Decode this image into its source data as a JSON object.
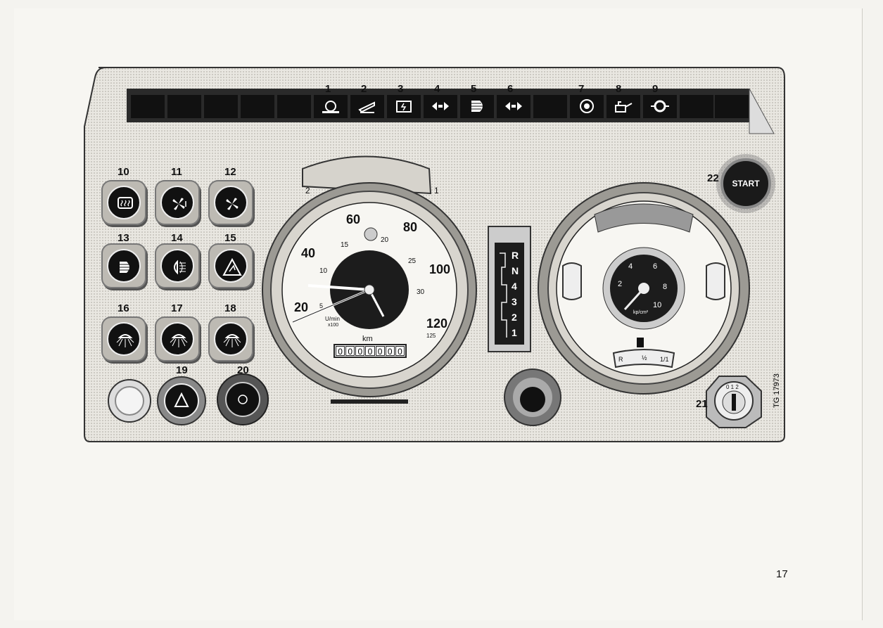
{
  "indicator_numbers": [
    "1",
    "2",
    "3",
    "4",
    "5",
    "6",
    "7",
    "8",
    "9"
  ],
  "switch_numbers": [
    "10",
    "11",
    "12",
    "13",
    "14",
    "15",
    "16",
    "17",
    "18",
    "19",
    "20"
  ],
  "key_number": "21",
  "start_number": "22",
  "start_label": "START",
  "speedometer": {
    "ticks": [
      "20",
      "40",
      "60",
      "80",
      "100",
      "120"
    ],
    "inner_ticks": [
      "5",
      "10",
      "15",
      "20",
      "25",
      "30"
    ],
    "rpm_unit": "U/min",
    "rpm_scale": "x100",
    "odometer_label": "km",
    "odometer_digits": [
      "0",
      "0",
      "0",
      "0",
      "0",
      "0",
      "0"
    ],
    "top_tick": "125",
    "left_tab": "2",
    "right_tab": "1"
  },
  "gear_selector": [
    "R",
    "N",
    "4",
    "3",
    "2",
    "1"
  ],
  "pressure_gauge": {
    "ticks": [
      "2",
      "4",
      "6",
      "8",
      "10"
    ],
    "unit": "kp/cm²"
  },
  "fuel_gauge": {
    "ticks": [
      "R",
      "½",
      "1/1"
    ]
  },
  "key_positions": "0 1 2",
  "figure_code": "TG 17973",
  "page_number": "17"
}
